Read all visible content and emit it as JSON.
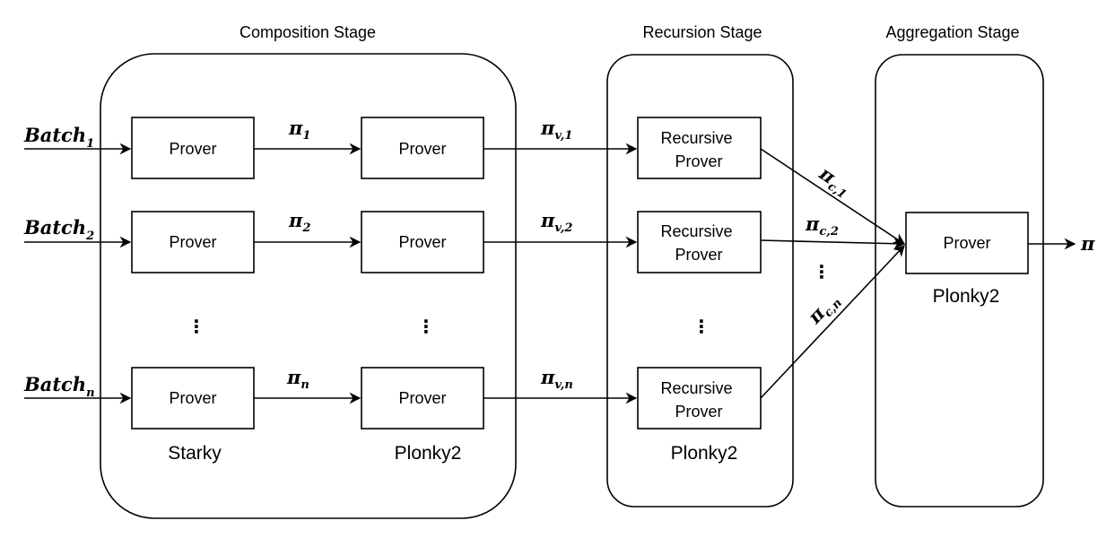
{
  "stages": {
    "composition": {
      "title": "Composition Stage",
      "impl_left": "Starky",
      "impl_right": "Plonky2"
    },
    "recursion": {
      "title": "Recursion Stage",
      "impl": "Plonky2"
    },
    "aggregation": {
      "title": "Aggregation Stage",
      "impl": "Plonky2"
    }
  },
  "inputs": [
    {
      "base": "Batch",
      "sub": "1"
    },
    {
      "base": "Batch",
      "sub": "2"
    },
    {
      "base": "Batch",
      "sub": "n"
    }
  ],
  "prover_label": "Prover",
  "recursive_prover_line1": "Recursive",
  "recursive_prover_line2": "Prover",
  "proofs": {
    "pi": "π",
    "p1": {
      "base": "π",
      "sub": "1"
    },
    "p2": {
      "base": "π",
      "sub": "2"
    },
    "pn": {
      "base": "π",
      "sub": "n"
    },
    "pv1": {
      "base": "π",
      "sub": "v,1"
    },
    "pv2": {
      "base": "π",
      "sub": "v,2"
    },
    "pvn": {
      "base": "π",
      "sub": "v,n"
    },
    "pc1": {
      "base": "π",
      "sub": "c,1"
    },
    "pc2": {
      "base": "π",
      "sub": "c,2"
    },
    "pcn": {
      "base": "π",
      "sub": "c,n"
    }
  },
  "ellipsis": "⋮",
  "output": "π"
}
